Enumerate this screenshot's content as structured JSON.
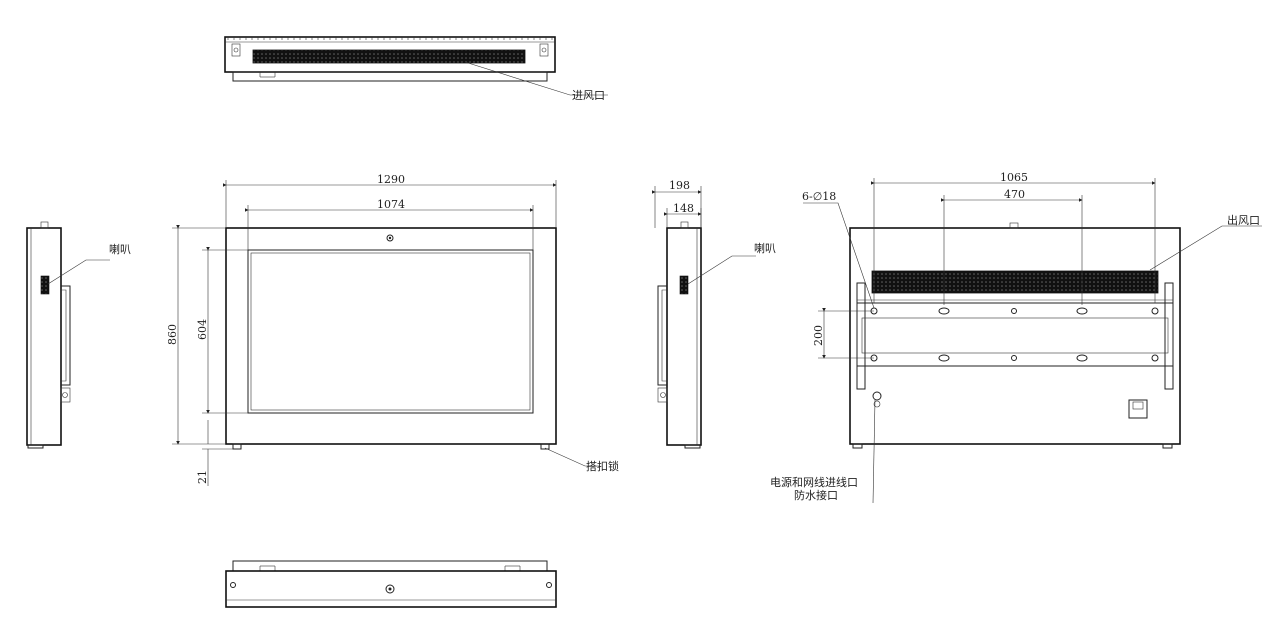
{
  "dimensions": {
    "overall_width": "1290",
    "screen_width": "1074",
    "overall_height": "860",
    "screen_height": "604",
    "foot_height": "21",
    "side_depth_total": "198",
    "side_depth_body": "148",
    "mount_holes_span": "1065",
    "mount_inner_span": "470",
    "mount_vertical": "200",
    "hole_spec": "6-∅18"
  },
  "callouts": {
    "air_inlet": "进风口",
    "speaker_left": "喇叭",
    "speaker_right": "喇叭",
    "latch": "搭扣锁",
    "air_outlet": "出风口",
    "power_network_inlet": "电源和网线进线口",
    "waterproof_connector": "防水接口"
  },
  "colors": {
    "line": "#222222",
    "vent_fill": "#1a1a1a",
    "background": "#ffffff"
  }
}
